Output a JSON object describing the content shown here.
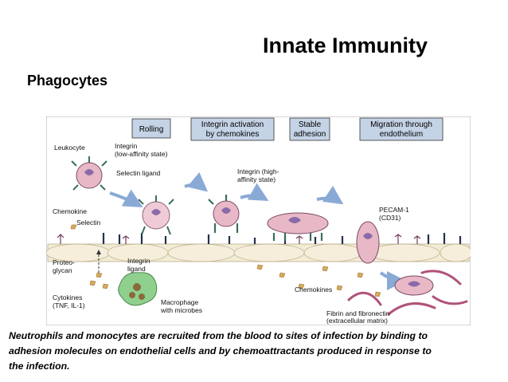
{
  "slide": {
    "title": "Innate Immunity",
    "subtitle": "Phagocytes"
  },
  "figure": {
    "stages": [
      {
        "line1": "Rolling",
        "line2": ""
      },
      {
        "line1": "Integrin activation",
        "line2": "by chemokines"
      },
      {
        "line1": "Stable",
        "line2": "adhesion"
      },
      {
        "line1": "Migration through",
        "line2": "endothelium"
      }
    ],
    "labels": {
      "leukocyte": "Leukocyte",
      "integrin_low_1": "Integrin",
      "integrin_low_2": "(low-affinity state)",
      "selectin_ligand": "Selectin ligand",
      "integrin_high_1": "Integrin (high-",
      "integrin_high_2": "affinity state)",
      "chemokine": "Chemokine",
      "selectin": "Selectin",
      "proteoglycan_1": "Proteo-",
      "proteoglycan_2": "glycan",
      "integrin_ligand_1": "Integrin",
      "integrin_ligand_2": "ligand",
      "pecam_1": "PECAM-1",
      "pecam_2": "(CD31)",
      "cytokines_1": "Cytokines",
      "cytokines_2": "(TNF, IL-1)",
      "macrophage_1": "Macrophage",
      "macrophage_2": "with microbes",
      "chemokines": "Chemokines",
      "fibrin_1": "Fibrin and fibronectin",
      "fibrin_2": "(extracellular matrix)"
    },
    "colors": {
      "stage_box": "#c5d3e6",
      "endothelium": "#f3ecd5",
      "cell_pink": "#e8b8c6",
      "fiber": "#b0527a",
      "chemokine": "#d8a85a",
      "macrophage": "#8fd08f",
      "arrow": "#8aaad6"
    }
  },
  "caption": {
    "line1": "Neutrophils and monocytes are recruited from the blood to sites of infection by binding to",
    "line2": "adhesion molecules on endothelial cells and by chemoattractants produced in response to",
    "line3": "the infection."
  }
}
